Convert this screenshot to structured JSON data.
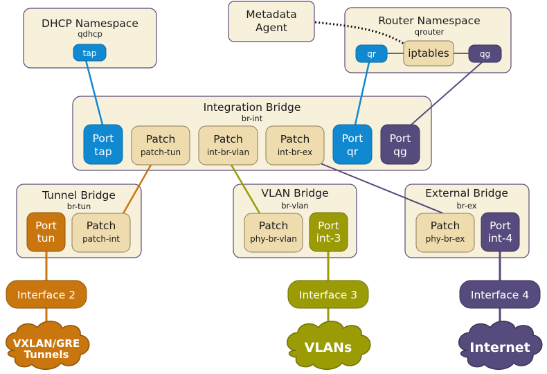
{
  "colors": {
    "namespace_fill": "#f7f1dc",
    "box_stroke": "#5a4a78",
    "patch_fill": "#efdcae",
    "patch_stroke": "#8a7a5a",
    "blue": "#1189d0",
    "purple": "#574a7c",
    "orange": "#c8760d",
    "olive": "#9a9b05"
  },
  "dhcp": {
    "title": "DHCP Namespace",
    "subtitle": "qdhcp",
    "tap_label": "tap"
  },
  "metadata": {
    "line1": "Metadata",
    "line2": "Agent"
  },
  "router": {
    "title": "Router Namespace",
    "subtitle": "qrouter",
    "qr_label": "qr",
    "iptables_label": "iptables",
    "qg_label": "qg"
  },
  "integration": {
    "title": "Integration Bridge",
    "subtitle": "br-int",
    "port_tap": {
      "top": "Port",
      "bottom": "tap"
    },
    "patch_tun": {
      "top": "Patch",
      "bottom": "patch-tun"
    },
    "patch_vlan": {
      "top": "Patch",
      "bottom": "int-br-vlan"
    },
    "patch_ex": {
      "top": "Patch",
      "bottom": "int-br-ex"
    },
    "port_qr": {
      "top": "Port",
      "bottom": "qr"
    },
    "port_qg": {
      "top": "Port",
      "bottom": "qg"
    }
  },
  "tunnel": {
    "title": "Tunnel Bridge",
    "subtitle": "br-tun",
    "port_tun": {
      "top": "Port",
      "bottom": "tun"
    },
    "patch_int": {
      "top": "Patch",
      "bottom": "patch-int"
    }
  },
  "vlan": {
    "title": "VLAN Bridge",
    "subtitle": "br-vlan",
    "patch_phy": {
      "top": "Patch",
      "bottom": "phy-br-vlan"
    },
    "port_int3": {
      "top": "Port",
      "bottom": "int-3"
    }
  },
  "external": {
    "title": "External Bridge",
    "subtitle": "br-ex",
    "patch_phy": {
      "top": "Patch",
      "bottom": "phy-br-ex"
    },
    "port_int4": {
      "top": "Port",
      "bottom": "int-4"
    }
  },
  "interfaces": {
    "if2": "Interface 2",
    "if3": "Interface 3",
    "if4": "Interface 4"
  },
  "clouds": {
    "tunnels_line1": "VXLAN/GRE",
    "tunnels_line2": "Tunnels",
    "vlans": "VLANs",
    "internet": "Internet"
  }
}
